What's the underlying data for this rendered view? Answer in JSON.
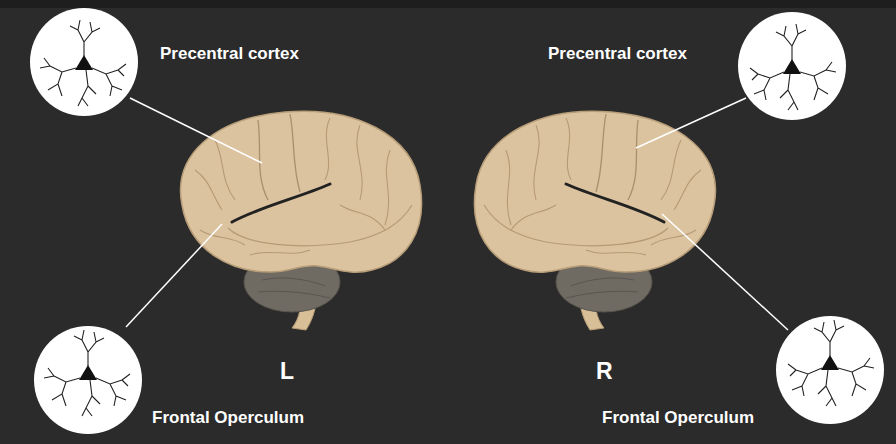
{
  "diagram": {
    "labels": [
      "Precentral cortex",
      "Precentral cortex",
      "L",
      "R",
      "Frontal Operculum",
      "Frontal Operculum"
    ]
  }
}
